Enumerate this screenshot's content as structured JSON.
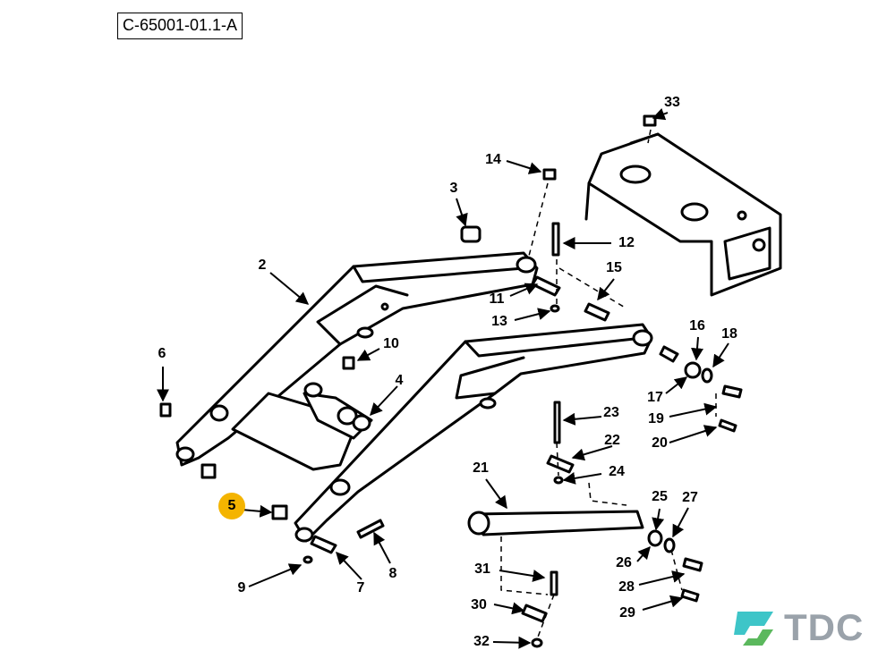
{
  "reference_code": "C-65001-01.1-A",
  "highlight_color": "#f4b400",
  "logo": {
    "text": "TDC",
    "colors": [
      "#3ec5c8",
      "#5bb85d",
      "#9aa2aa"
    ]
  },
  "callouts": [
    {
      "id": "33",
      "label": "33"
    },
    {
      "id": "14",
      "label": "14"
    },
    {
      "id": "3",
      "label": "3"
    },
    {
      "id": "12",
      "label": "12"
    },
    {
      "id": "2",
      "label": "2"
    },
    {
      "id": "15",
      "label": "15"
    },
    {
      "id": "11",
      "label": "11"
    },
    {
      "id": "13",
      "label": "13"
    },
    {
      "id": "16",
      "label": "16"
    },
    {
      "id": "18",
      "label": "18"
    },
    {
      "id": "6",
      "label": "6"
    },
    {
      "id": "10",
      "label": "10"
    },
    {
      "id": "4",
      "label": "4"
    },
    {
      "id": "17",
      "label": "17"
    },
    {
      "id": "19",
      "label": "19"
    },
    {
      "id": "23",
      "label": "23"
    },
    {
      "id": "22",
      "label": "22"
    },
    {
      "id": "20",
      "label": "20"
    },
    {
      "id": "24",
      "label": "24"
    },
    {
      "id": "21",
      "label": "21"
    },
    {
      "id": "5",
      "label": "5",
      "highlighted": true
    },
    {
      "id": "25",
      "label": "25"
    },
    {
      "id": "27",
      "label": "27"
    },
    {
      "id": "8",
      "label": "8"
    },
    {
      "id": "26",
      "label": "26"
    },
    {
      "id": "31",
      "label": "31"
    },
    {
      "id": "9",
      "label": "9"
    },
    {
      "id": "7",
      "label": "7"
    },
    {
      "id": "28",
      "label": "28"
    },
    {
      "id": "30",
      "label": "30"
    },
    {
      "id": "29",
      "label": "29"
    },
    {
      "id": "32",
      "label": "32"
    }
  ]
}
